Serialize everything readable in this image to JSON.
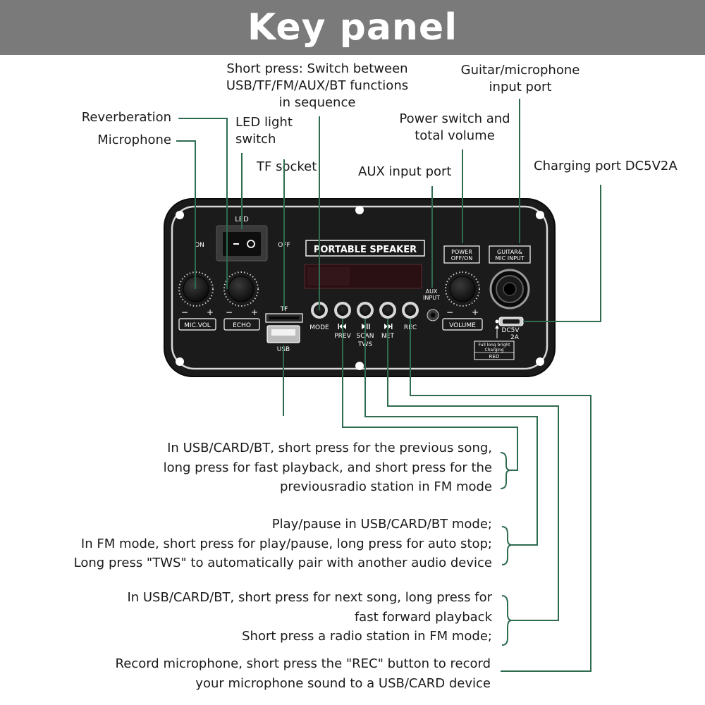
{
  "title": "Key panel",
  "callouts": {
    "mode": [
      "Short press: Switch between",
      "USB/TF/FM/AUX/BT functions",
      "in sequence"
    ],
    "guitar": [
      "Guitar/microphone",
      "input port"
    ],
    "reverb": "Reverberation",
    "microphone": "Microphone",
    "led": [
      "LED light",
      "switch"
    ],
    "tf": "TF socket",
    "power": [
      "Power switch and",
      "total volume"
    ],
    "aux": "AUX input port",
    "charging": "Charging port DC5V2A"
  },
  "panel": {
    "led": "LED",
    "on": "ON",
    "off": "OFF",
    "switch_marks": "— O",
    "brand": "PORTABLE SPEAKER",
    "power": [
      "POWER",
      "OFF/ON"
    ],
    "guitar": [
      "GUITAR&",
      "MIC INPUT"
    ],
    "aux": [
      "AUX",
      "INPUT"
    ],
    "mic_vol": "MIC.VOL",
    "echo": "ECHO",
    "volume": "VOLUME",
    "tf": "TF",
    "usb": "USB",
    "mode": "MODE",
    "prev": "PREV",
    "scan": "SCAN",
    "tws": "TWS",
    "next": "NET",
    "rec": "REC",
    "dc": [
      "DC5V",
      "2A"
    ],
    "charge": [
      "Full long bright",
      "Charging"
    ],
    "red": "RED",
    "minus": "−",
    "plus": "+"
  },
  "descriptions": {
    "prev": [
      "In USB/CARD/BT, short press for the previous song,",
      "long press for fast playback, and short press for the",
      "previousradio station in FM mode"
    ],
    "play": [
      "Play/pause in USB/CARD/BT mode;",
      "In FM mode, short press for play/pause, long press for auto stop;",
      "Long press \"TWS\" to automatically pair with another audio device"
    ],
    "next": [
      "In USB/CARD/BT, short press for next song, long press for",
      "fast forward playback",
      "Short press a radio station in FM mode;"
    ],
    "rec": [
      "Record microphone, short press the \"REC\" button to record",
      "your microphone sound to a USB/CARD device"
    ]
  },
  "colors": {
    "line": "#2e6b4f",
    "banner": "#7a7a7a",
    "panel": "#1b1b1b"
  }
}
